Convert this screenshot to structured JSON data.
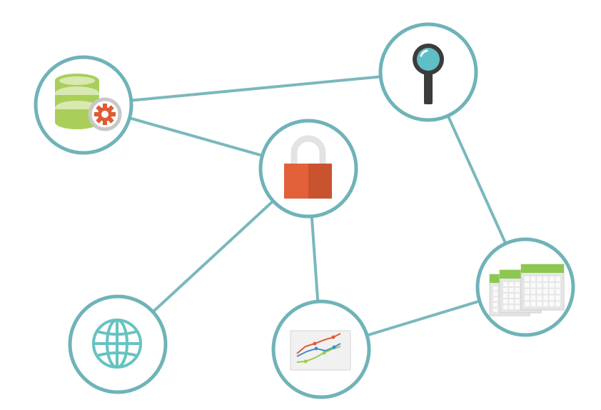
{
  "colors": {
    "edge": "#7ab8bc",
    "node_stroke": "#6fb3b8",
    "node_fill": "#ffffff",
    "lock": "#e2603a",
    "lock_dark": "#c9532f",
    "lock_shackle": "#e3e3e3",
    "db_green": "#a9cf5a",
    "db_light": "#d9e9b1",
    "gear": "#e05a34",
    "gear_ring": "#c8c8c8",
    "magnifier_lens": "#5fbfc4",
    "magnifier_frame": "#3c3c3c",
    "globe": "#66c3c1",
    "chart_bg": "#f1f1f1",
    "calendar_header": "#8cc850",
    "calendar_body": "#e6e6e6"
  },
  "nodes": [
    {
      "id": "database",
      "icon": "database-gear-icon"
    },
    {
      "id": "search",
      "icon": "magnifier-icon"
    },
    {
      "id": "security",
      "icon": "padlock-icon"
    },
    {
      "id": "network",
      "icon": "globe-icon"
    },
    {
      "id": "analytics",
      "icon": "line-chart-icon"
    },
    {
      "id": "schedule",
      "icon": "calendar-icon"
    }
  ],
  "edges": [
    [
      "database",
      "search"
    ],
    [
      "database",
      "security"
    ],
    [
      "security",
      "network"
    ],
    [
      "security",
      "analytics"
    ],
    [
      "search",
      "schedule"
    ],
    [
      "analytics",
      "schedule"
    ]
  ]
}
